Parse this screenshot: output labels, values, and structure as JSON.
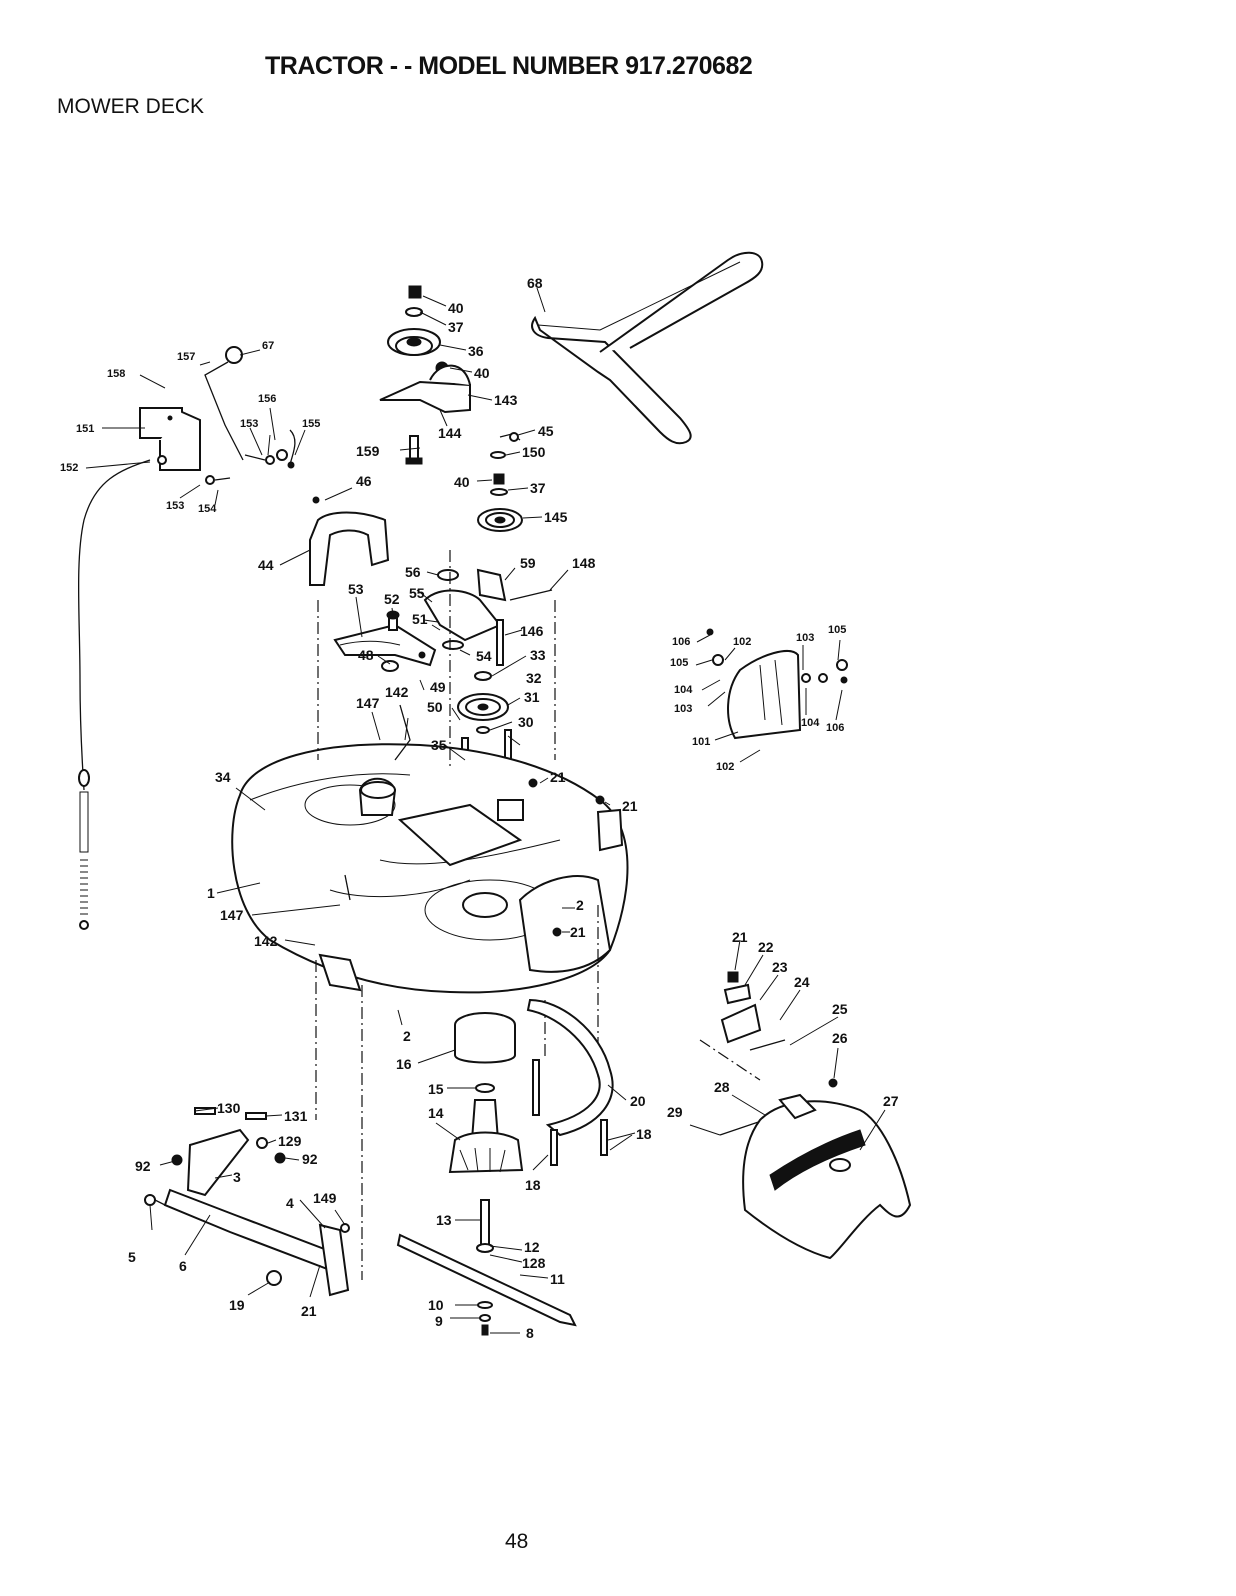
{
  "header": {
    "title": "TRACTOR - - MODEL NUMBER 917.270682",
    "section": "MOWER DECK"
  },
  "footer": {
    "page_number": "48"
  },
  "callouts": {
    "c1": "1",
    "c2a": "2",
    "c2b": "2",
    "c3": "3",
    "c4": "4",
    "c5": "5",
    "c6": "6",
    "c8": "8",
    "c9": "9",
    "c10": "10",
    "c11": "11",
    "c12": "12",
    "c13": "13",
    "c14": "14",
    "c15": "15",
    "c16": "16",
    "c18a": "18",
    "c18b": "18",
    "c19": "19",
    "c20": "20",
    "c21a": "21",
    "c21b": "21",
    "c21c": "21",
    "c21d": "21",
    "c21e": "21",
    "c22": "22",
    "c23": "23",
    "c24": "24",
    "c25": "25",
    "c26": "26",
    "c27": "27",
    "c28": "28",
    "c29": "29",
    "c30": "30",
    "c31": "31",
    "c32": "32",
    "c33": "33",
    "c34": "34",
    "c35": "35",
    "c36": "36",
    "c37a": "37",
    "c37b": "37",
    "c40a": "40",
    "c40b": "40",
    "c40c": "40",
    "c44": "44",
    "c45": "45",
    "c46": "46",
    "c48": "48",
    "c49": "49",
    "c50": "50",
    "c51": "51",
    "c52": "52",
    "c53": "53",
    "c54": "54",
    "c55": "55",
    "c56": "56",
    "c59": "59",
    "c67": "67",
    "c68": "68",
    "c92a": "92",
    "c92b": "92",
    "c101": "101",
    "c102a": "102",
    "c102b": "102",
    "c103a": "103",
    "c103b": "103",
    "c104a": "104",
    "c104b": "104",
    "c105a": "105",
    "c105b": "105",
    "c106a": "106",
    "c106b": "106",
    "c128": "128",
    "c129": "129",
    "c130": "130",
    "c131": "131",
    "c142a": "142",
    "c142b": "142",
    "c143": "143",
    "c144": "144",
    "c145": "145",
    "c146": "146",
    "c147a": "147",
    "c147b": "147",
    "c148": "148",
    "c149": "149",
    "c150": "150",
    "c151": "151",
    "c152": "152",
    "c153a": "153",
    "c153b": "153",
    "c154": "154",
    "c155": "155",
    "c156": "156",
    "c157": "157",
    "c158": "158",
    "c159": "159"
  }
}
